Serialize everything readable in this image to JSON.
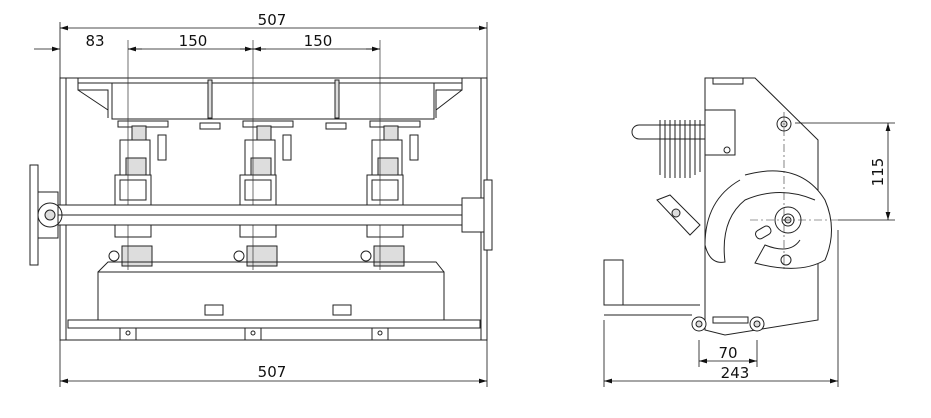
{
  "front_view": {
    "dimensions": {
      "overall_width_top": "507",
      "offset_first_pole": "83",
      "pole_spacing_1": "150",
      "pole_spacing_2": "150",
      "overall_width_bottom": "507"
    }
  },
  "side_view": {
    "dimensions": {
      "height_mount_to_shaft": "115",
      "mounting_hole_spacing": "70",
      "overall_depth": "243"
    }
  }
}
